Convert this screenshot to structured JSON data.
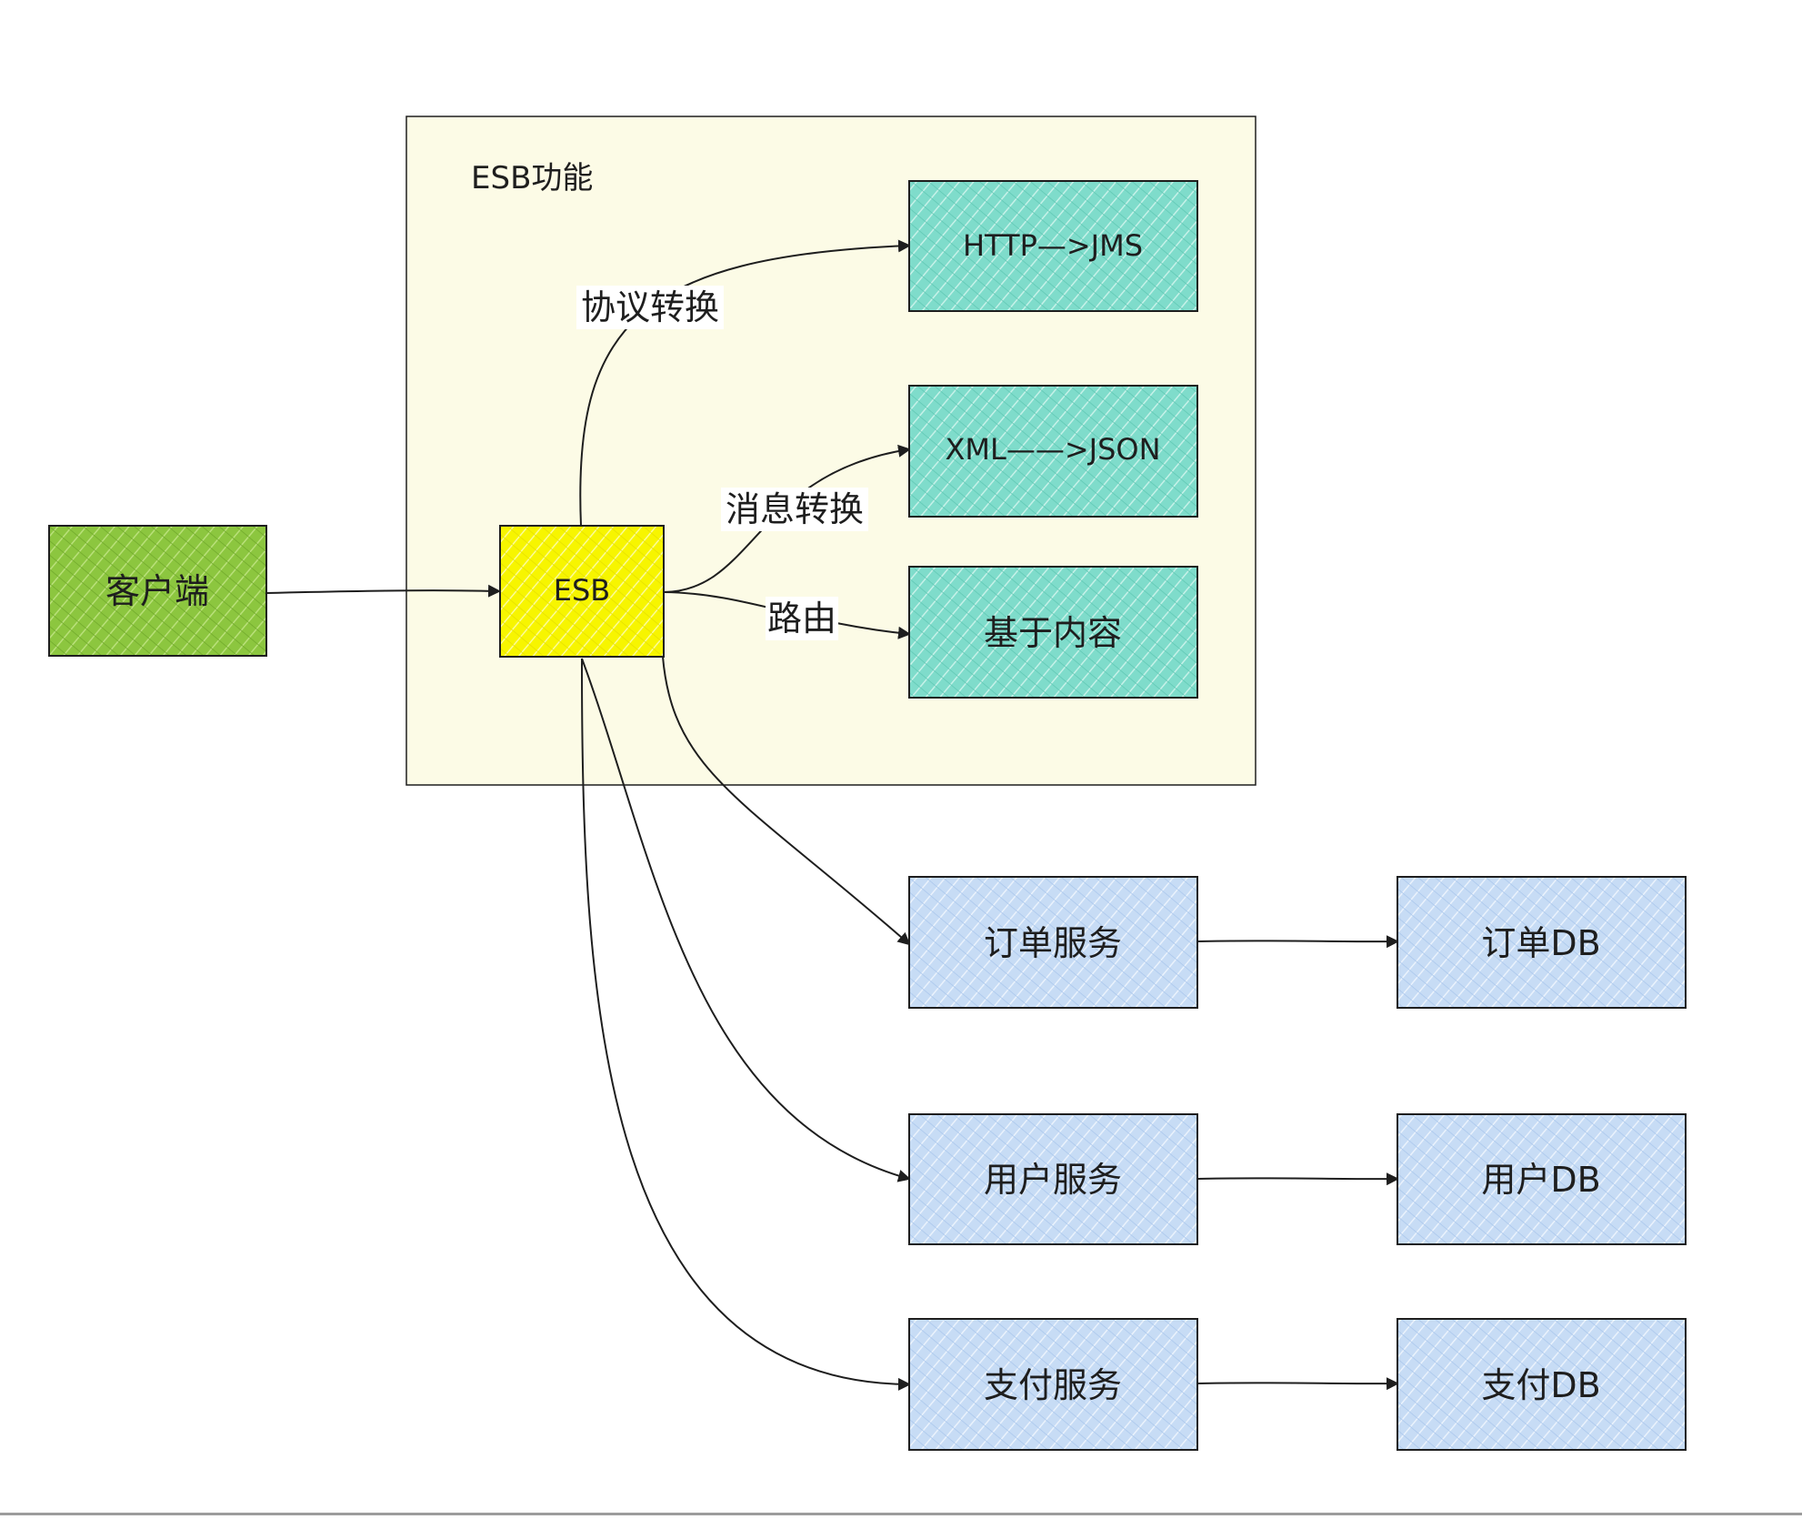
{
  "diagram": {
    "group_label": "ESB功能",
    "nodes": {
      "client": "客户端",
      "esb": "ESB",
      "http_jms": "HTTP—>JMS",
      "xml_json": "XML——>JSON",
      "content_based": "基于内容",
      "order_service": "订单服务",
      "user_service": "用户服务",
      "pay_service": "支付服务",
      "order_db": "订单DB",
      "user_db": "用户DB",
      "pay_db": "支付DB"
    },
    "edge_labels": {
      "protocol": "协议转换",
      "message": "消息转换",
      "routing": "路由"
    },
    "colors": {
      "client_fill": "#8cc63f",
      "esb_fill": "#f7f500",
      "transform_fill": "#7fdccb",
      "service_fill": "#c7dcf5",
      "group_fill": "#fcfbe6",
      "stroke": "#1e1e1e"
    }
  }
}
